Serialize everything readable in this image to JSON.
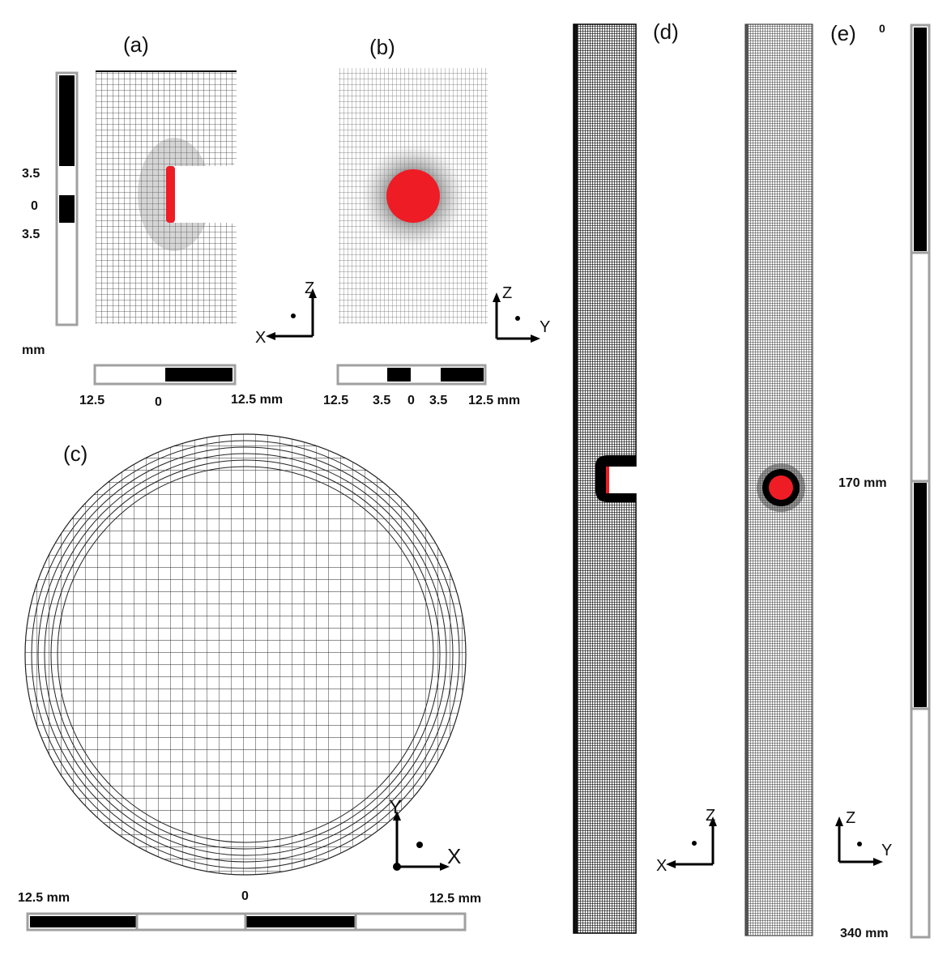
{
  "panels": {
    "a": {
      "label": "(a)",
      "vscale": {
        "top": "3.5",
        "mid": "0",
        "bottom": "3.5",
        "unit": "mm"
      },
      "hscale": {
        "left": "12.5",
        "mid": "0",
        "right": "12.5 mm"
      },
      "axes": {
        "h": "X",
        "v": "Z"
      }
    },
    "b": {
      "label": "(b)",
      "hscale": {
        "l1": "12.5",
        "l2": "3.5",
        "mid": "0",
        "r2": "3.5",
        "r1": "12.5 mm"
      },
      "axes": {
        "h": "Y",
        "v": "Z"
      }
    },
    "c": {
      "label": "(c)",
      "hscale": {
        "left": "12.5 mm",
        "mid": "0",
        "right": "12.5 mm"
      },
      "axes": {
        "h": "X",
        "v": "Y"
      }
    },
    "d": {
      "label": "(d)",
      "axes": {
        "h": "X",
        "v": "Z"
      }
    },
    "e": {
      "label": "(e)",
      "vscale": {
        "top": "0",
        "mid": "170 mm",
        "bottom": "340 mm"
      },
      "axes": {
        "h": "Y",
        "v": "Z"
      }
    }
  },
  "colors": {
    "defect": "#ee1c25",
    "mesh": "#222222",
    "scale_frame": "#a0a0a0"
  }
}
